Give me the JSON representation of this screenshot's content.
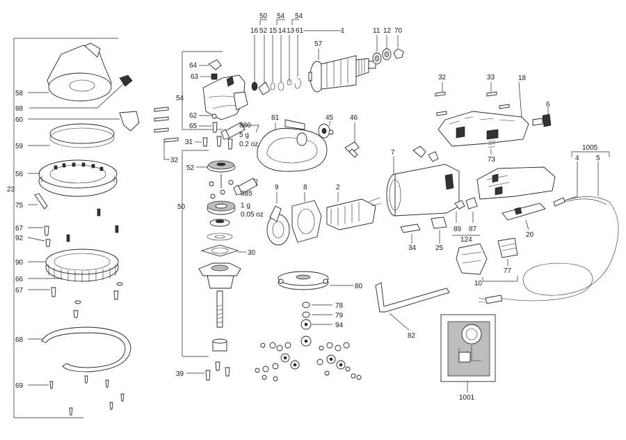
{
  "labels": {
    "l1": "1",
    "l2": "2",
    "l4": "4",
    "l5": "5",
    "l6": "6",
    "l7": "7",
    "l8": "8",
    "l9": "9",
    "l10": "10",
    "l11": "11",
    "l12": "12",
    "l13": "13",
    "l14": "14",
    "l15": "15",
    "l16": "16",
    "l18": "18",
    "l20": "20",
    "l23": "23",
    "l25": "25",
    "l30": "30",
    "l31": "31",
    "l32a": "32",
    "l32b": "32",
    "l33": "33",
    "l34": "34",
    "l39": "39",
    "l45": "45",
    "l46": "46",
    "l50": "50",
    "l50top": "50",
    "l52a": "52",
    "l52b": "52",
    "l54left": "54",
    "l54a": "54",
    "l54b": "54",
    "l56": "56",
    "l57": "57",
    "l58": "58",
    "l59": "59",
    "l60": "60",
    "l61": "61",
    "l62": "62",
    "l63": "63",
    "l64": "64",
    "l65": "65",
    "l66": "66",
    "l67a": "67",
    "l67b": "67",
    "l68": "68",
    "l69": "69",
    "l70": "70",
    "l73": "73",
    "l75": "75",
    "l77": "77",
    "l78": "78",
    "l79": "79",
    "l80": "80",
    "l81": "81",
    "l82": "82",
    "l87": "87",
    "l88": "88",
    "l89": "89",
    "l90": "90",
    "l92": "92",
    "l94": "94",
    "l124": "124",
    "l880": "880",
    "l885": "885",
    "l1001": "1001",
    "l1005": "1005"
  },
  "notes": {
    "grease1_g": "5 g",
    "grease1_oz": "0.2 oz",
    "grease2_g": "1 g",
    "grease2_oz": "0.05 oz"
  }
}
